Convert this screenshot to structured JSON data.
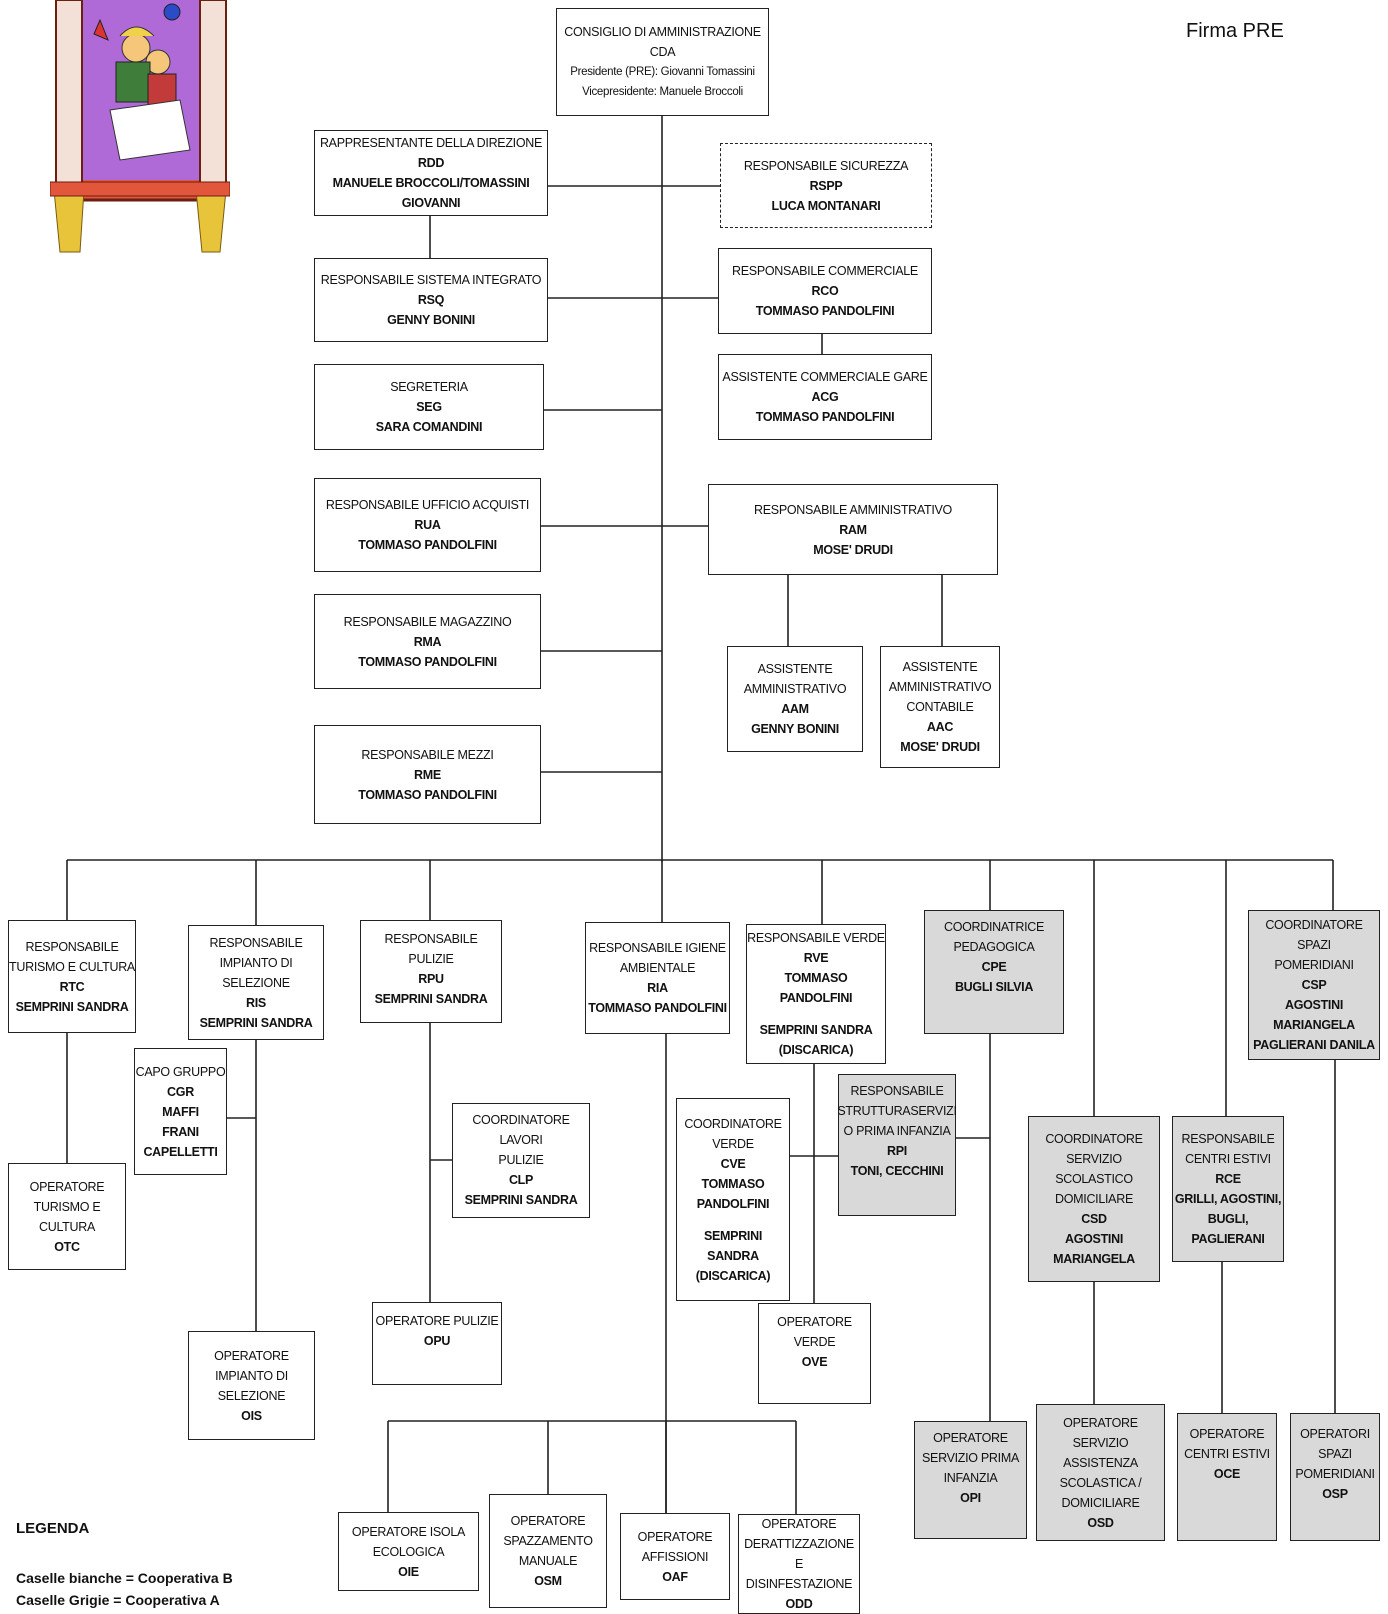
{
  "header": {
    "signature_label": "Firma  PRE"
  },
  "colors": {
    "grey_box": "#d9d9d9",
    "line": "#222222",
    "window_frame": "#e2563b",
    "window_bg": "#b06ad8",
    "curtain": "#e8c43a"
  },
  "logo": {
    "icon": "children-at-window-drawing"
  },
  "boxes": {
    "cda": {
      "l1": "CONSIGLIO DI AMMINISTRAZIONE",
      "l2": "CDA",
      "l3": "Presidente (PRE): Giovanni Tomassini",
      "l4": "Vicepresidente: Manuele Broccoli"
    },
    "rdd": {
      "role": "RAPPRESENTANTE DELLA DIREZIONE",
      "code": "RDD",
      "name": "MANUELE BROCCOLI/TOMASSINI GIOVANNI"
    },
    "rspp": {
      "role": "RESPONSABILE SICUREZZA",
      "code": "RSPP",
      "name": "LUCA MONTANARI"
    },
    "rsq": {
      "role": "RESPONSABILE SISTEMA INTEGRATO",
      "code": "RSQ",
      "name": "GENNY BONINI"
    },
    "rco": {
      "role": "RESPONSABILE COMMERCIALE",
      "code": "RCO",
      "name": "TOMMASO PANDOLFINI"
    },
    "seg": {
      "role": "SEGRETERIA",
      "code": "SEG",
      "name": "SARA COMANDINI"
    },
    "acg": {
      "role": "ASSISTENTE COMMERCIALE GARE",
      "code": "ACG",
      "name": "TOMMASO PANDOLFINI"
    },
    "rua": {
      "role": "RESPONSABILE UFFICIO ACQUISTI",
      "code": "RUA",
      "name": "TOMMASO PANDOLFINI"
    },
    "ram": {
      "role": "RESPONSABILE AMMINISTRATIVO",
      "code": "RAM",
      "name": "MOSE' DRUDI"
    },
    "rma": {
      "role": "RESPONSABILE MAGAZZINO",
      "code": "RMA",
      "name": "TOMMASO PANDOLFINI"
    },
    "aam": {
      "r1": "ASSISTENTE",
      "r2": "AMMINISTRATIVO",
      "code": "AAM",
      "name": "GENNY BONINI"
    },
    "aac": {
      "r1": "ASSISTENTE",
      "r2": "AMMINISTRATIVO",
      "r3": "CONTABILE",
      "code": "AAC",
      "name": "MOSE' DRUDI"
    },
    "rme": {
      "role": "RESPONSABILE MEZZI",
      "code": "RME",
      "name": "TOMMASO PANDOLFINI"
    },
    "rtc": {
      "r1": "RESPONSABILE",
      "r2": "TURISMO E CULTURA",
      "code": "RTC",
      "name": "SEMPRINI SANDRA"
    },
    "ris": {
      "r1": "RESPONSABILE",
      "r2": "IMPIANTO DI SELEZIONE",
      "code": "RIS",
      "name": "SEMPRINI SANDRA"
    },
    "rpu": {
      "role": "RESPONSABILE PULIZIE",
      "code": "RPU",
      "name": "SEMPRINI SANDRA"
    },
    "ria": {
      "r1": "RESPONSABILE IGIENE",
      "r2": "AMBIENTALE",
      "code": "RIA",
      "name": "TOMMASO PANDOLFINI"
    },
    "rve": {
      "role": "RESPONSABILE VERDE",
      "code": "RVE",
      "name1": "TOMMASO PANDOLFINI",
      "name2": "SEMPRINI SANDRA",
      "name3": "(DISCARICA)"
    },
    "cpe": {
      "r1": "COORDINATRICE",
      "r2": "PEDAGOGICA",
      "code": "CPE",
      "name": "BUGLI SILVIA"
    },
    "csp": {
      "r1": "COORDINATORE SPAZI",
      "r2": "POMERIDIANI",
      "code": "CSP",
      "n1": "AGOSTINI",
      "n2": "MARIANGELA",
      "n3": "PAGLIERANI DANILA"
    },
    "cgr": {
      "role": "CAPO GRUPPO",
      "code": "CGR",
      "n1": "MAFFI",
      "n2": "FRANI",
      "n3": "CAPELLETTI"
    },
    "rpi": {
      "r1": "RESPONSABILE",
      "r2": "STRUTTURASERVIZI",
      "r3": "O PRIMA INFANZIA",
      "code": "RPI",
      "name": "TONI, CECCHINI"
    },
    "clp": {
      "r1": "COORDINATORE LAVORI",
      "r2": "PULIZIE",
      "code": "CLP",
      "name": "SEMPRINI SANDRA"
    },
    "cve": {
      "r1": "COORDINATORE",
      "r2": "VERDE",
      "code": "CVE",
      "n1": "TOMMASO",
      "n2": "PANDOLFINI",
      "n3": "SEMPRINI SANDRA",
      "n4": "(DISCARICA)"
    },
    "csd": {
      "r1": "COORDINATORE",
      "r2": "SERVIZIO SCOLASTICO",
      "r3": "DOMICILIARE",
      "code": "CSD",
      "n1": "AGOSTINI",
      "n2": "MARIANGELA"
    },
    "rce": {
      "r1": "Responsabile",
      "r2": "centri estivi",
      "code": "RCE",
      "n1": "GRILLI, AGOSTINI,",
      "n2": "BUGLI,",
      "n3": "PAGLIERANI"
    },
    "otc": {
      "r1": "OPERATORE",
      "r2": "TURISMO E",
      "r3": "CULTURA",
      "code": "OTC"
    },
    "opu": {
      "role": "OPERATORE PULIZIE",
      "code": "OPU"
    },
    "ove": {
      "r1": "OPERATORE",
      "r2": "VERDE",
      "code": "OVE"
    },
    "ois": {
      "r1": "OPERATORE",
      "r2": "IMPIANTO DI",
      "r3": "SELEZIONE",
      "code": "OIS"
    },
    "opi": {
      "r1": "OPERATORE",
      "r2": "SERVIZIO PRIMA",
      "r3": "INFANZIA",
      "code": "OPI"
    },
    "osd": {
      "r1": "OPERATORE SERVIZIO",
      "r2": "ASSISTENZA",
      "r3": "SCOLASTICA /",
      "r4": "DOMICILIARE",
      "code": "OSD"
    },
    "oce": {
      "r1": "OPERATORE",
      "r2": "CENTRI ESTIVI",
      "code": "OCE"
    },
    "osp": {
      "r1": "OPERATORI",
      "r2": "SPAZI",
      "r3": "POMERIDIANI",
      "code": "OSP"
    },
    "oie": {
      "r1": "OPERATORE ISOLA",
      "r2": "ECOLOGICA",
      "code": "OIE"
    },
    "osm": {
      "r1": "OPERATORE",
      "r2": "SPAZZAMENTO",
      "r3": "MANUALE",
      "code": "OSM"
    },
    "oaf": {
      "r1": "OPERATORE",
      "r2": "AFFISSIONI",
      "code": "OAF"
    },
    "odd": {
      "r1": "OPERATORE",
      "r2": "DERATTIZZAZIONE E",
      "r3": "DISINFESTAZIONE",
      "code": "ODD"
    }
  },
  "legend": {
    "title": "LEGENDA",
    "line1": "Caselle bianche = Cooperativa B",
    "line2": "Caselle Grigie = Cooperativa A"
  }
}
